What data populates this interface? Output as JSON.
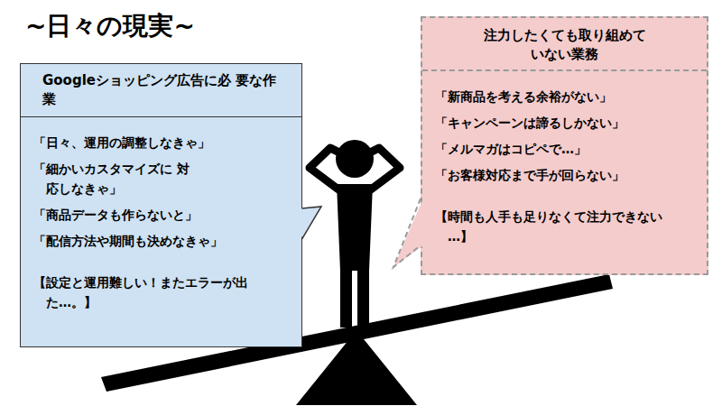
{
  "diagram": {
    "title": "~日々の現実~",
    "nodes": [
      {
        "text": [
          "Googleショッピング広告に必 要な作業",
          "「日々、運用の調整しなきゃ」",
          "「細かいカスタマイズに 対応しなきゃ」",
          "「商品データも作らないと」",
          "「配信方法や期間も決めなきゃ」",
          "【設定と運用難しい！またエラーが出 た…。】"
        ]
      },
      {
        "text": [
          "注力したくても取り組めて いない業務",
          "「新商品を考える余裕がない」",
          "「キャンペーンは諦るしかない」",
          "「メルマガはコピペで…」",
          "「お客様対応まで手が回らない」",
          "【時間も人手も足りなくて注力できない …】"
        ]
      }
    ]
  }
}
